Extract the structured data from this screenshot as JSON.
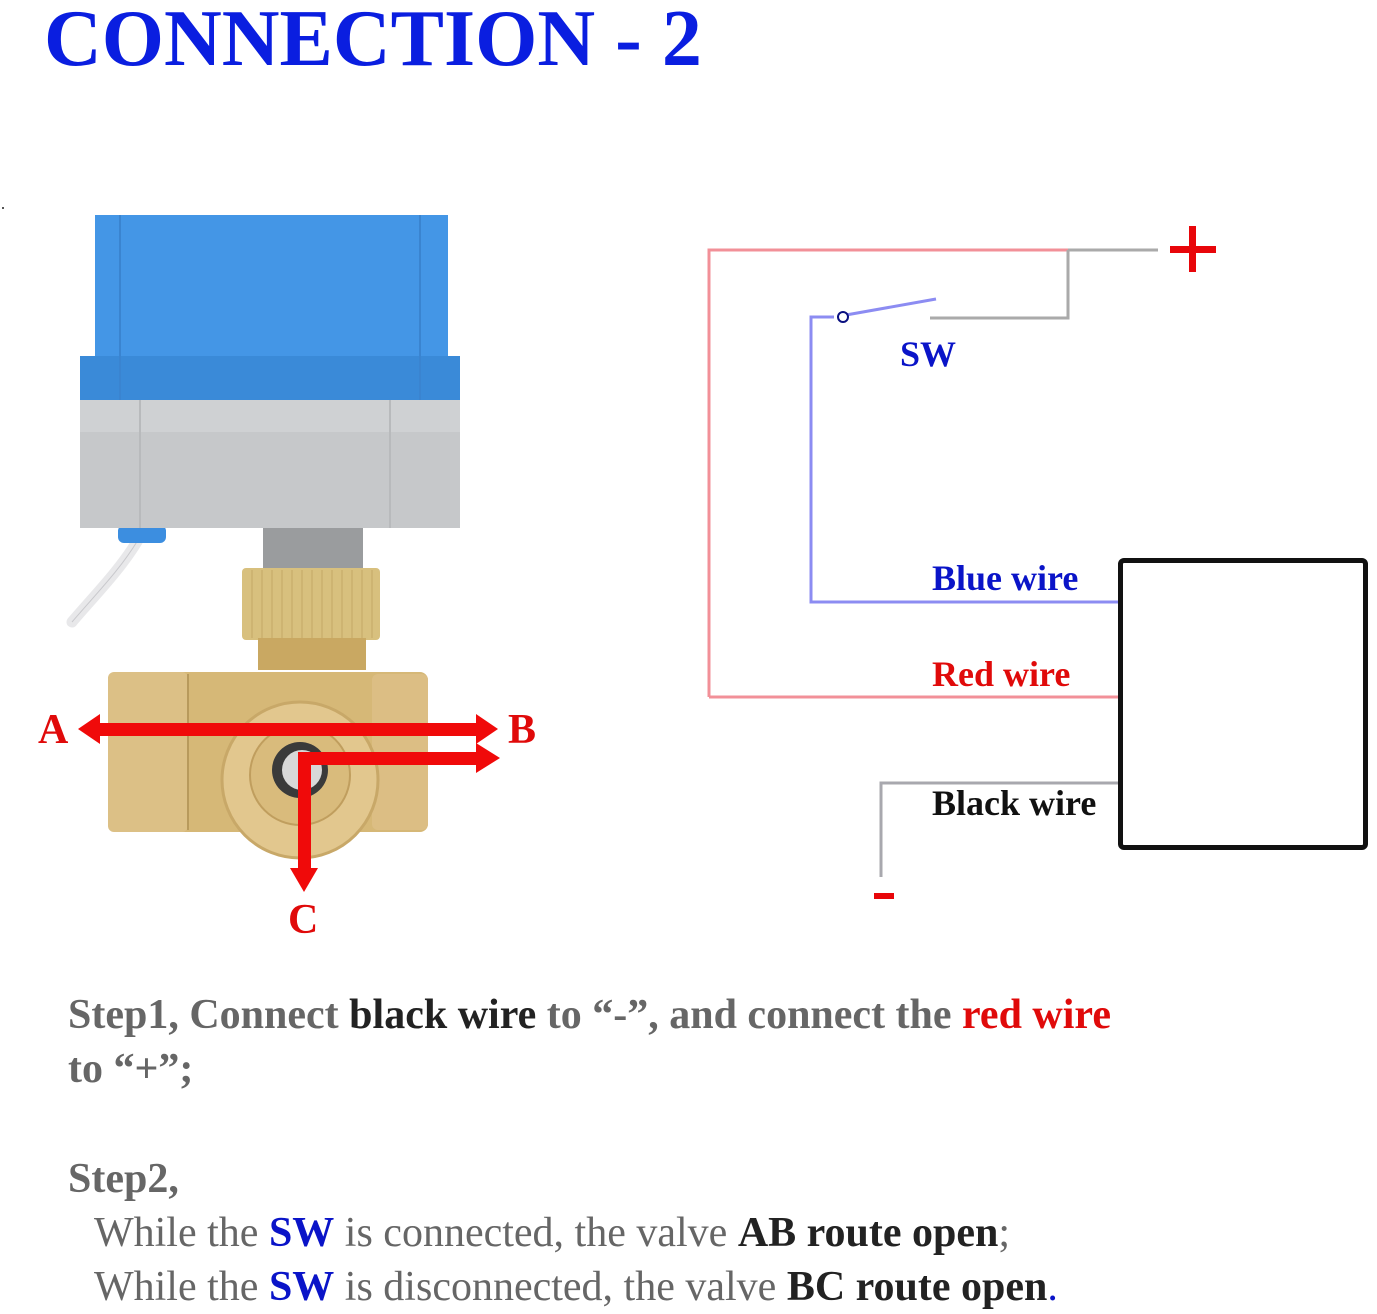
{
  "title": "CONNECTION - 2",
  "colors": {
    "title": "#0a1ee0",
    "red_wire": "#f08a90",
    "blue_wire": "#8a8af0",
    "black_wire": "#a8a8a8",
    "accent_red": "#e8060a",
    "accent_blue": "#0a14c8",
    "actuator_blue": "#3c8ee0",
    "actuator_gray": "#c4c6c8",
    "brass": "#d4b97a"
  },
  "valve": {
    "ports": {
      "a": "A",
      "b": "B",
      "c": "C"
    }
  },
  "wiring": {
    "plus_sign": "+",
    "minus_sign": "-",
    "switch_label": "SW",
    "blue_wire_label": "Blue wire",
    "red_wire_label": "Red wire",
    "black_wire_label": "Black wire"
  },
  "instructions": {
    "step1": {
      "prefix": "Step1, Connect ",
      "bold1": "black wire",
      "mid": " to “-”, and connect the ",
      "red": "red wire",
      "line2": "to “+”;"
    },
    "step2": {
      "heading": "Step2,",
      "line1": {
        "pre": "While the ",
        "sw": "SW",
        "mid": " is connected, the valve ",
        "bold": "AB route open",
        "end": ";"
      },
      "line2": {
        "pre": "While the ",
        "sw": "SW",
        "mid": " is disconnected, the valve ",
        "bold": "BC route open",
        "end": "."
      }
    }
  }
}
